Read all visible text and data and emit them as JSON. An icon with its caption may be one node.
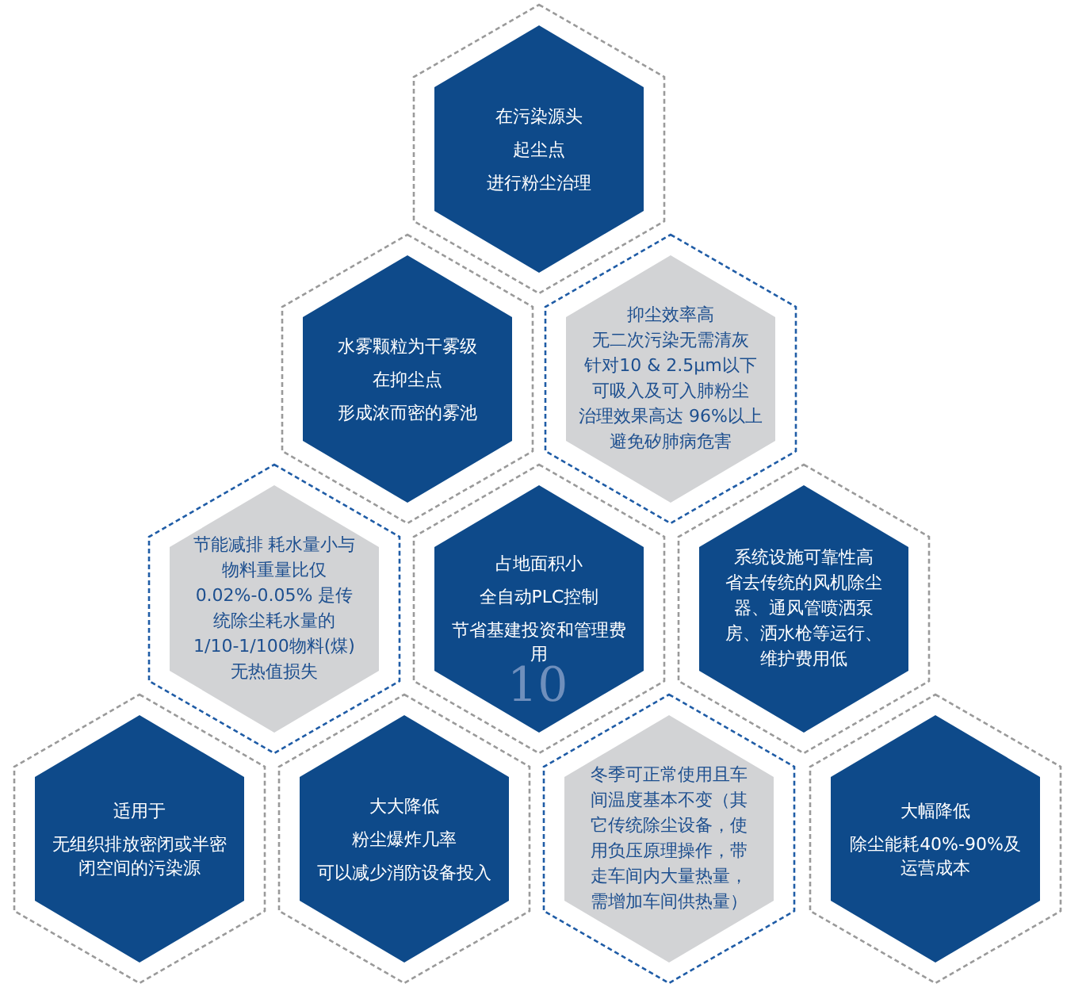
{
  "diagram": {
    "nodes": [
      {
        "text": [
          "在污染源头",
          "起尘点",
          "进行粉尘治理"
        ]
      },
      {
        "text": [
          "水雾颗粒为干雾级",
          "在抑尘点",
          "形成浓而密的雾池"
        ]
      },
      {
        "text": [
          "抑尘效率高",
          "无二次污染无需清灰",
          "针对10 & 2.5μm以下",
          "可吸入及可入肺粉尘",
          "治理效果高达 96%以上",
          "避免矽肺病危害"
        ]
      },
      {
        "text": [
          "节能减排 耗水量小与物料重量比仅0.02%-0.05% 是传统除尘耗水量的1/10-1/100物料(煤)无热值损失"
        ]
      },
      {
        "text": [
          "占地面积小",
          "全自动PLC控制",
          "节省基建投资和管理费用"
        ]
      },
      {
        "text": [
          "系统设施可靠性高",
          "省去传统的风机除尘器、通风管喷洒泵房、洒水枪等运行、维护费用低"
        ]
      },
      {
        "text": [
          "适用于",
          "无组织排放密闭或半密闭空间的污染源"
        ]
      },
      {
        "text": [
          "大大降低",
          "粉尘爆炸几率",
          "可以减少消防设备投入"
        ]
      },
      {
        "text": [
          "冬季可正常使用且车间温度基本不变（其它传统除尘设备，使用负压原理操作，带走车间内大量热量，需增加车间供热量）"
        ]
      },
      {
        "text": [
          "大幅降低",
          "除尘能耗40%-90%及运营成本"
        ]
      }
    ],
    "labels": [
      "10"
    ]
  }
}
